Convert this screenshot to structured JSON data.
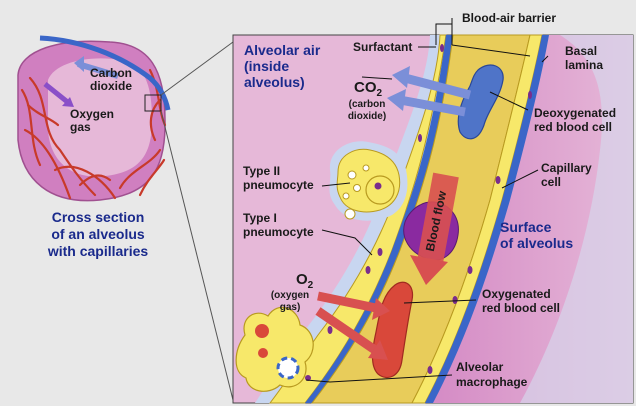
{
  "left_panel": {
    "title_lines": [
      "Cross section",
      "of an alveolus",
      "with capillaries"
    ],
    "co2_lines": [
      "Carbon",
      "dioxide"
    ],
    "o2_lines": [
      "Oxygen",
      "gas"
    ]
  },
  "labels": {
    "blood_air_barrier": "Blood-air barrier",
    "surfactant": "Surfactant",
    "basal_lamina": [
      "Basal",
      "lamina"
    ],
    "alveolar_air": [
      "Alveolar air",
      "(inside",
      "alveolus)"
    ],
    "co2_formula": "CO",
    "co2_sub": "2",
    "co2_desc": [
      "(carbon",
      "dioxide)"
    ],
    "deoxygenated": [
      "Deoxygenated",
      "red blood cell"
    ],
    "capillary_cell": [
      "Capillary",
      "cell"
    ],
    "type2": [
      "Type II",
      "pneumocyte"
    ],
    "type1": [
      "Type I",
      "pneumocyte"
    ],
    "blood_flow": "Blood flow",
    "surface": [
      "Surface",
      "of alveolus"
    ],
    "o2_formula": "O",
    "o2_sub": "2",
    "o2_desc": [
      "(oxygen",
      "gas)"
    ],
    "oxygenated": [
      "Oxygenated",
      "red blood cell"
    ],
    "macrophage": [
      "Alveolar",
      "macrophage"
    ]
  },
  "colors": {
    "alveolar_air": "#e6b8d8",
    "surface_alveolus": "#d07fc0",
    "plasma": "#e8cc5a",
    "basal_lamina": "#3a66c8",
    "cell_yellow": "#f7e86a",
    "surfactant": "#c8d6f0",
    "label_blue": "#1a2a8c",
    "deoxy_rbc": "#4f74c8",
    "oxy_rbc": "#d9483a",
    "arrow_red": "#d85050",
    "arrow_blue": "#7b8fd8"
  }
}
